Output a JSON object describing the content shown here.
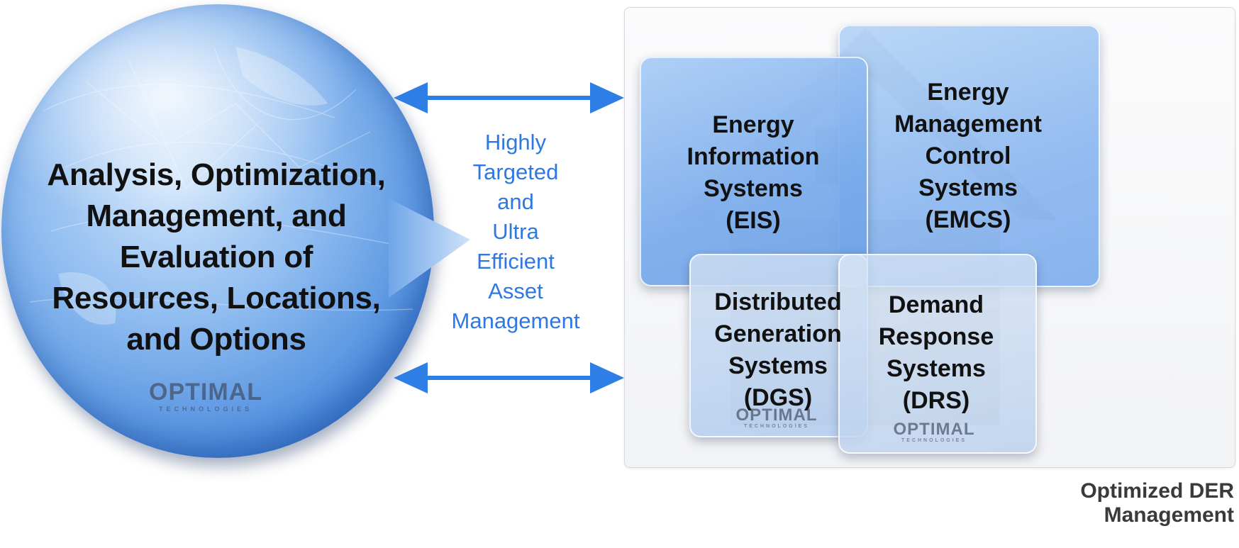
{
  "globe": {
    "text": "Analysis, Optimization,\nManagement, and\nEvaluation of\nResources, Locations,\nand Options",
    "logo": "OPTIMAL",
    "logo_sub": "TECHNOLOGIES"
  },
  "middle": {
    "text": "Highly\nTargeted\nand\nUltra\nEfficient\nAsset\nManagement"
  },
  "panel": {
    "caption": "Optimized DER Management",
    "tiles": {
      "eis": "Energy\nInformation\nSystems\n(EIS)",
      "emcs": "Energy\nManagement\nControl\nSystems\n(EMCS)",
      "dgs": "Distributed\nGeneration\nSystems\n(DGS)",
      "drs": "Demand\nResponse\nSystems\n(DRS)"
    },
    "logo": "OPTIMAL",
    "logo_sub": "TECHNOLOGIES"
  },
  "colors": {
    "accent_blue": "#2f78e4",
    "arrow_blue": "#2f7ee6",
    "globe_blue": "#4f8ede"
  }
}
